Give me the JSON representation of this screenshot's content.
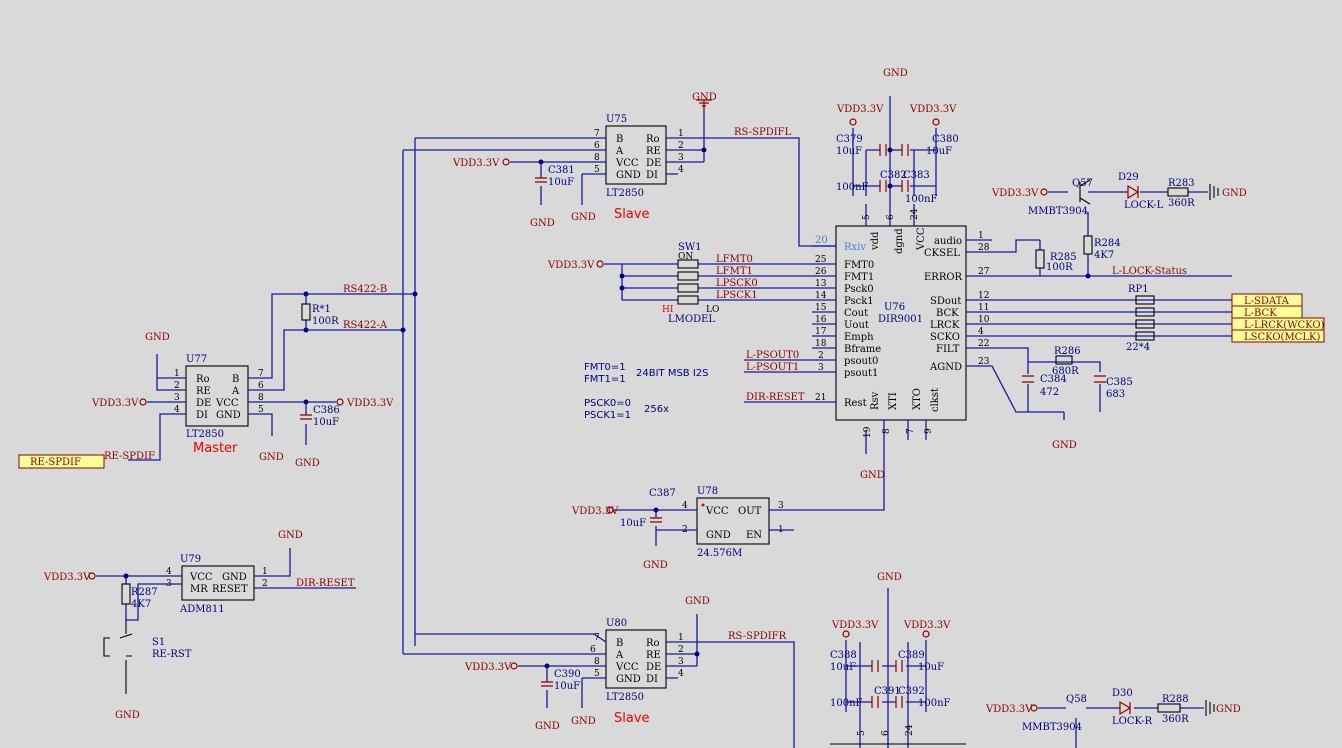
{
  "power": {
    "vdd": "VDD3.3V",
    "gnd": "GND"
  },
  "chips": {
    "u75": {
      "ref": "U75",
      "part": "LT2850",
      "role": "Slave",
      "pins_l": [
        "B",
        "A",
        "VCC",
        "GND"
      ],
      "pins_r": [
        "Ro",
        "RE",
        "DE",
        "DI"
      ],
      "num_l": [
        "7",
        "6",
        "8",
        "5"
      ],
      "num_r": [
        "1",
        "2",
        "3",
        "4"
      ]
    },
    "u80": {
      "ref": "U80",
      "part": "LT2850",
      "role": "Slave",
      "pins_l": [
        "B",
        "A",
        "VCC",
        "GND"
      ],
      "pins_r": [
        "Ro",
        "RE",
        "DE",
        "DI"
      ],
      "num_l": [
        "7",
        "6",
        "8",
        "5"
      ],
      "num_r": [
        "1",
        "2",
        "3",
        "4"
      ]
    },
    "u77": {
      "ref": "U77",
      "part": "LT2850",
      "role": "Master",
      "pins_l": [
        "Ro",
        "RE",
        "DE",
        "DI"
      ],
      "pins_r": [
        "B",
        "A",
        "VCC",
        "GND"
      ],
      "num_l": [
        "1",
        "2",
        "3",
        "4"
      ],
      "num_r": [
        "7",
        "6",
        "8",
        "5"
      ]
    },
    "u76": {
      "ref": "U76",
      "part": "DIR9001",
      "left_pins": [
        "Rxiv",
        "FMT0",
        "FMT1",
        "Psck0",
        "Psck1",
        "Cout",
        "Uout",
        "Emph",
        "Bframe",
        "psout0",
        "psout1",
        "Rest"
      ],
      "left_nums": [
        "20",
        "25",
        "26",
        "13",
        "14",
        "15",
        "16",
        "17",
        "18",
        "2",
        "3",
        "21"
      ],
      "right_pins": [
        "audio",
        "CKSEL",
        "ERROR",
        "SDout",
        "BCK",
        "LRCK",
        "SCKO",
        "FILT",
        "AGND"
      ],
      "right_nums": [
        "1",
        "28",
        "27",
        "12",
        "11",
        "10",
        "4",
        "22",
        "23"
      ],
      "top_pins": [
        "vdd",
        "dgnd",
        "VCC"
      ],
      "top_nums": [
        "5",
        "6",
        "24"
      ],
      "bot_pins": [
        "Rsv",
        "XTI",
        "XTO",
        "clkst"
      ],
      "bot_nums": [
        "19",
        "8",
        "7",
        "9"
      ]
    },
    "u78": {
      "ref": "U78",
      "part": "24.576M",
      "pins": [
        "VCC",
        "OUT",
        "GND",
        "EN"
      ],
      "nums": [
        "4",
        "3",
        "2",
        "1"
      ]
    },
    "u79": {
      "ref": "U79",
      "part": "ADM811",
      "pins": [
        "VCC",
        "GND",
        "MR",
        "RESET"
      ],
      "nums": [
        "4",
        "1",
        "3",
        "2"
      ]
    }
  },
  "nets": {
    "rs_spdifl": "RS-SPDIFL",
    "rs_spdifr": "RS-SPDIFR",
    "rs422b": "RS422-B",
    "rs422a": "RS422-A",
    "re_spdif": "RE-SPDIF",
    "dir_reset": "DIR-RESET",
    "lfmt0": "LFMT0",
    "lfmt1": "LFMT1",
    "lpsck0": "LPSCK0",
    "lpsck1": "LPSCK1",
    "l_psout0": "L-PSOUT0",
    "l_psout1": "L-PSOUT1",
    "l_lock_status": "L-LOCK-Status"
  },
  "ports": {
    "re_spdif": "RE-SPDIF",
    "l_sdata": "L-SDATA",
    "l_bck": "L-BCK",
    "l_lrck": "L-LRCK(WCKO)",
    "l_scko": "LSCKO(MCLK)"
  },
  "parts": {
    "c379": {
      "ref": "C379",
      "val": "10uF"
    },
    "c380": {
      "ref": "C380",
      "val": "10uF"
    },
    "c382": {
      "ref": "C382",
      "val": "100nF"
    },
    "c383": {
      "ref": "C383",
      "val": "100nF"
    },
    "c381": {
      "ref": "C381",
      "val": "10uF"
    },
    "c386": {
      "ref": "C386",
      "val": "10uF"
    },
    "c387": {
      "ref": "C387",
      "val": "10uF"
    },
    "c384": {
      "ref": "C384",
      "val": "472"
    },
    "c385": {
      "ref": "C385",
      "val": "683"
    },
    "r286": {
      "ref": "R286",
      "val": "680R"
    },
    "r285": {
      "ref": "R285",
      "val": "100R"
    },
    "r284": {
      "ref": "R284",
      "val": "4K7"
    },
    "r283": {
      "ref": "R283",
      "val": "360R"
    },
    "d29": {
      "ref": "D29",
      "val": "LOCK-L"
    },
    "q57": {
      "ref": "Q57",
      "val": "MMBT3904"
    },
    "rterm": {
      "ref": "R*1",
      "val": "100R"
    },
    "rp1": {
      "ref": "RP1",
      "val": "22*4"
    },
    "sw1": {
      "ref": "SW1",
      "val": "LMODEL",
      "on": "ON",
      "hi": "HI",
      "lo": "LO"
    },
    "r287": {
      "ref": "R287",
      "val": "4K7"
    },
    "s1": {
      "ref": "S1",
      "val": "RE-RST"
    },
    "c390": {
      "ref": "C390",
      "val": "10uF"
    },
    "c388": {
      "ref": "C388",
      "val": "10uF"
    },
    "c389": {
      "ref": "C389",
      "val": "10uF"
    },
    "c391": {
      "ref": "C391",
      "val": "100nF"
    },
    "c392": {
      "ref": "C392",
      "val": "100nF"
    },
    "q58": {
      "ref": "Q58",
      "val": "MMBT3904"
    },
    "d30": {
      "ref": "D30",
      "val": "LOCK-R"
    },
    "r288": {
      "ref": "R288",
      "val": "360R"
    }
  },
  "notes": [
    "FMT0=1",
    "FMT1=1",
    "24BIT MSB I2S",
    "PSCK0=0",
    "PSCK1=1",
    "256x"
  ]
}
